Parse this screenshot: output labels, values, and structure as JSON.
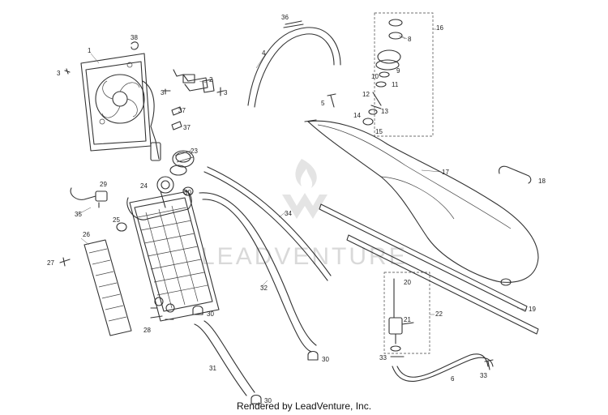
{
  "watermark_text": "LEADVENTURE",
  "footer_text": "Rendered by LeadVenture, Inc.",
  "parts": [
    {
      "id": "p1",
      "label": "1"
    },
    {
      "id": "p2",
      "label": "2"
    },
    {
      "id": "p3a",
      "label": "3"
    },
    {
      "id": "p3b",
      "label": "3"
    },
    {
      "id": "p3c",
      "label": "3"
    },
    {
      "id": "p4",
      "label": "4"
    },
    {
      "id": "p5",
      "label": "5"
    },
    {
      "id": "p6",
      "label": "6"
    },
    {
      "id": "p8",
      "label": "8"
    },
    {
      "id": "p9",
      "label": "9"
    },
    {
      "id": "p10",
      "label": "10"
    },
    {
      "id": "p11",
      "label": "11"
    },
    {
      "id": "p12",
      "label": "12"
    },
    {
      "id": "p13",
      "label": "13"
    },
    {
      "id": "p14",
      "label": "14"
    },
    {
      "id": "p15",
      "label": "15"
    },
    {
      "id": "p16",
      "label": "16"
    },
    {
      "id": "p17",
      "label": "17"
    },
    {
      "id": "p18",
      "label": "18"
    },
    {
      "id": "p19",
      "label": "19"
    },
    {
      "id": "p20",
      "label": "20"
    },
    {
      "id": "p21",
      "label": "21"
    },
    {
      "id": "p22",
      "label": "22"
    },
    {
      "id": "p23",
      "label": "23"
    },
    {
      "id": "p24",
      "label": "24"
    },
    {
      "id": "p25",
      "label": "25"
    },
    {
      "id": "p26",
      "label": "26"
    },
    {
      "id": "p27",
      "label": "27"
    },
    {
      "id": "p28",
      "label": "28"
    },
    {
      "id": "p29",
      "label": "29"
    },
    {
      "id": "p30a",
      "label": "30"
    },
    {
      "id": "p30b",
      "label": "30"
    },
    {
      "id": "p30c",
      "label": "30"
    },
    {
      "id": "p30d",
      "label": "30"
    },
    {
      "id": "p31",
      "label": "31"
    },
    {
      "id": "p32",
      "label": "32"
    },
    {
      "id": "p33a",
      "label": "33"
    },
    {
      "id": "p33b",
      "label": "33"
    },
    {
      "id": "p34",
      "label": "34"
    },
    {
      "id": "p35",
      "label": "35"
    },
    {
      "id": "p36",
      "label": "36"
    },
    {
      "id": "p37a",
      "label": "37"
    },
    {
      "id": "p37b",
      "label": "37"
    },
    {
      "id": "p38",
      "label": "38"
    }
  ]
}
